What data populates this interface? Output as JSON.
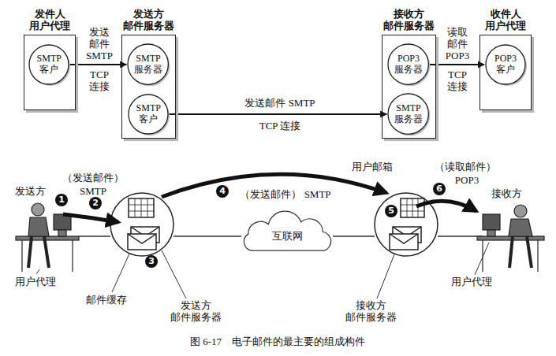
{
  "diagram": {
    "caption": "图 6-17　电子邮件的最主要的组成构件",
    "nodes": [
      {
        "text": [
          "发件人 用户代理"
        ]
      },
      {
        "text": [
          "SMTP 客户"
        ],
        "in": 0
      },
      {
        "text": [
          "发送方 邮件服务器"
        ]
      },
      {
        "text": [
          "SMTP 服务器"
        ],
        "in": 2
      },
      {
        "text": [
          "SMTP 客户"
        ],
        "in": 2
      },
      {
        "text": [
          "接收方 邮件服务器"
        ]
      },
      {
        "text": [
          "POP3 服务器"
        ],
        "in": 5
      },
      {
        "text": [
          "SMTP 服务器"
        ],
        "in": 5
      },
      {
        "text": [
          "收件人 用户代理"
        ]
      },
      {
        "text": [
          "POP3 客户"
        ],
        "in": 8
      },
      {
        "text": [
          "互联网"
        ]
      }
    ],
    "edges": [
      {
        "from": 1,
        "to": 3,
        "arrow": "to",
        "label": "发送 邮件 SMTP"
      },
      {
        "from": 4,
        "to": 7,
        "arrow": "to",
        "label": "发送邮件 SMTP"
      },
      {
        "from": 6,
        "to": 9,
        "arrow": "to",
        "label": "读取 邮件 POP3"
      }
    ],
    "labels": [
      "TCP 连接",
      "TCP 连接",
      "TCP 连接",
      "发送方",
      "1",
      "用户代理",
      "（发送邮件）",
      "SMTP",
      "2",
      "3",
      "邮件缓存",
      "发送方 邮件服务器",
      "4",
      "（发送邮件） SMTP",
      "用户邮箱",
      "5",
      "（读取邮件）",
      "POP3",
      "6",
      "接收方",
      "用户代理",
      "接收方 邮件服务器"
    ]
  }
}
